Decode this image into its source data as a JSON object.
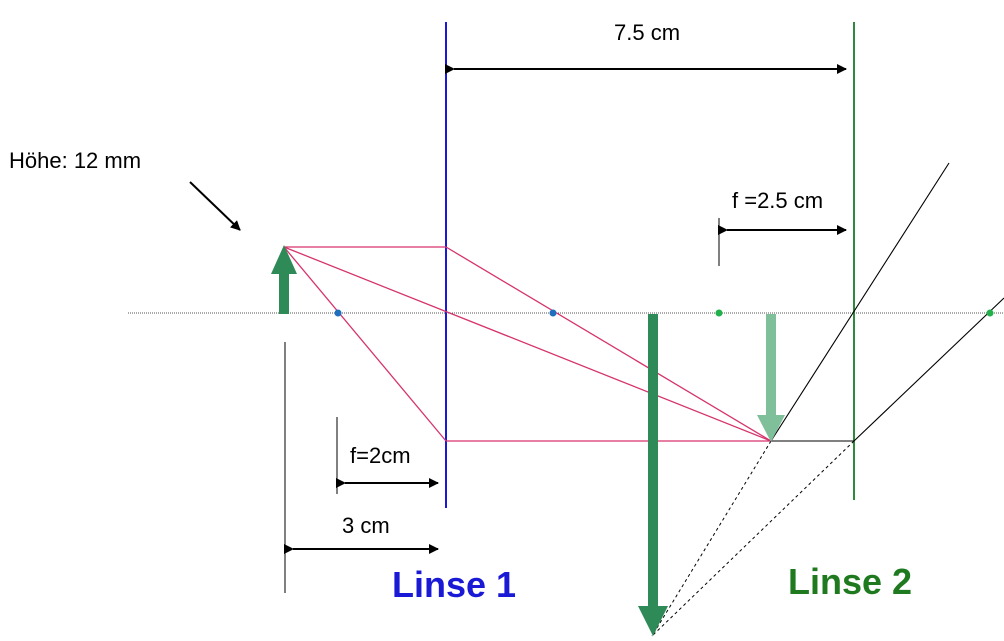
{
  "labels": {
    "height": "Höhe: 12 mm",
    "distance": "7.5 cm",
    "f2": "f =2.5 cm",
    "f1": "f=2cm",
    "object_distance": "3 cm",
    "lens1": "Linse 1",
    "lens2": "Linse 2"
  },
  "colors": {
    "lens1": "#1a1ad6",
    "lens2": "#2e8b3a",
    "rays": "#d6336c",
    "object": "#2e8b57",
    "first_image": "#2e8b57",
    "final_image": "#7fbf9a",
    "label_lens1": "#1a1ad6",
    "label_lens2": "#1f7a1f",
    "focus_l1": "#1f6fbf",
    "focus_l2": "#22b04b"
  }
}
